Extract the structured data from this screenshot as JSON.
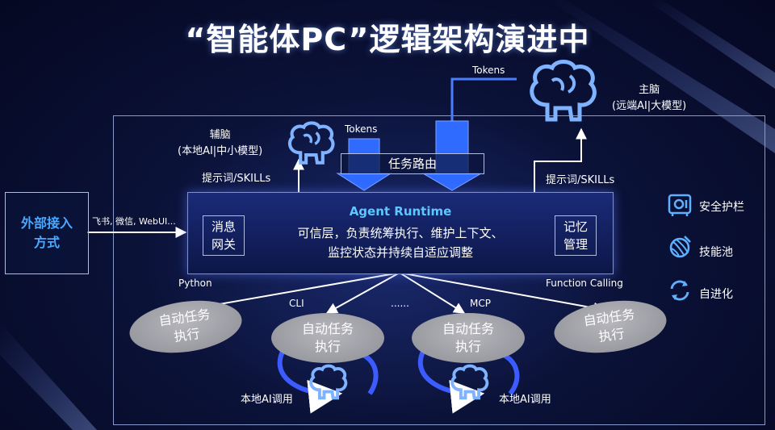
{
  "title": "“智能体PC”逻辑架构演进中",
  "external": {
    "label_line1": "外部接入",
    "label_line2": "方式",
    "channels": "飞书, 微信, WebUI..."
  },
  "main_brain": {
    "line1": "主脑",
    "line2": "(远端AI|大模型)"
  },
  "aux_brain": {
    "line1": "辅脑",
    "line2": "(本地AI|中小模型)"
  },
  "tokens_top": "Tokens",
  "tokens_mid": "Tokens",
  "prompt_left": "提示词/SKILLs",
  "prompt_right": "提示词/SKILLs",
  "task_route": "任务路由",
  "runtime": {
    "title": "Agent Runtime",
    "line1": "可信层，负责统筹执行、维护上下文、",
    "line2": "监控状态并持续自适应调整"
  },
  "gateway": {
    "line1": "消息",
    "line2": "网关"
  },
  "memory": {
    "line1": "记忆",
    "line2": "管理"
  },
  "legend": [
    {
      "label": "安全护栏",
      "icon": "safe-icon"
    },
    {
      "label": "技能池",
      "icon": "yarn-icon"
    },
    {
      "label": "自进化",
      "icon": "cycle-icon"
    }
  ],
  "paths": {
    "python": "Python",
    "cli": "CLI",
    "dots": "......",
    "mcp": "MCP",
    "fc": "Function Calling"
  },
  "tasks": [
    {
      "line1": "自动任务",
      "line2": "执行"
    },
    {
      "line1": "自动任务",
      "line2": "执行"
    },
    {
      "line1": "自动任务",
      "line2": "执行"
    },
    {
      "line1": "自动任务",
      "line2": "执行"
    }
  ],
  "local_ai_1": "本地AI调用",
  "local_ai_2": "本地AI调用"
}
